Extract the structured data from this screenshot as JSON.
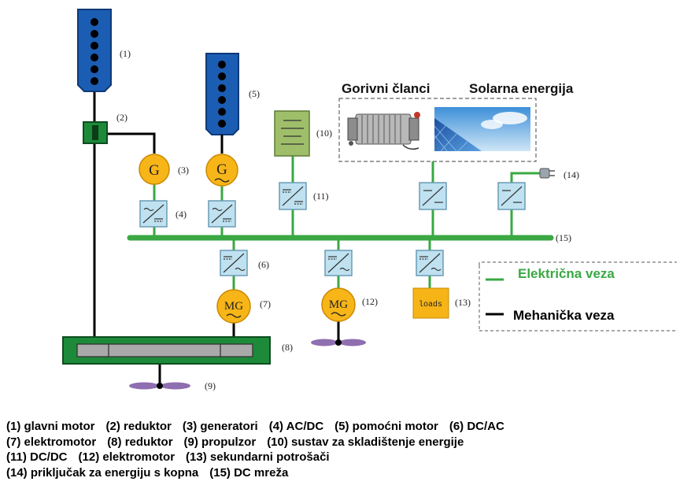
{
  "labels": {
    "n1": "(1)",
    "n2": "(2)",
    "n3": "(3)",
    "n4": "(4)",
    "n5": "(5)",
    "n6": "(6)",
    "n7": "(7)",
    "n8": "(8)",
    "n9": "(9)",
    "n10": "(10)",
    "n11": "(11)",
    "n12": "(12)",
    "n13": "(13)",
    "n14": "(14)",
    "n15": "(15)"
  },
  "generator_symbol": "G",
  "motor_generator_symbol": "MG",
  "loads_text": "loads",
  "images": {
    "fuel_cells_title": "Gorivni članci",
    "solar_title": "Solarna energija"
  },
  "legend": {
    "electrical": "Električna veza",
    "mechanical": "Mehanička veza",
    "electrical_color": "#3aa843",
    "mechanical_color": "#000000"
  },
  "colors": {
    "engine_blue": "#1b5db3",
    "gearbox_green": "#1d8a3a",
    "generator_orange": "#f7b518",
    "converter_blue": "#bfe1f0",
    "storage_green": "#9fbe6a",
    "loads_orange": "#f6b417",
    "propeller_purple": "#8e6fb0"
  },
  "caption": [
    [
      "(1) glavni motor",
      "(2) reduktor",
      "(3) generatori",
      "(4) AC/DC",
      "(5) pomoćni motor",
      "(6) DC/AC"
    ],
    [
      "(7) elektromotor",
      "(8) reduktor",
      "(9) propulzor",
      "(10) sustav za skladištenje energije"
    ],
    [
      "(11) DC/DC",
      "(12) elektromotor",
      "(13) sekundarni potrošači"
    ],
    [
      "(14) priključak za energiju s kopna",
      "(15) DC mreža"
    ]
  ]
}
